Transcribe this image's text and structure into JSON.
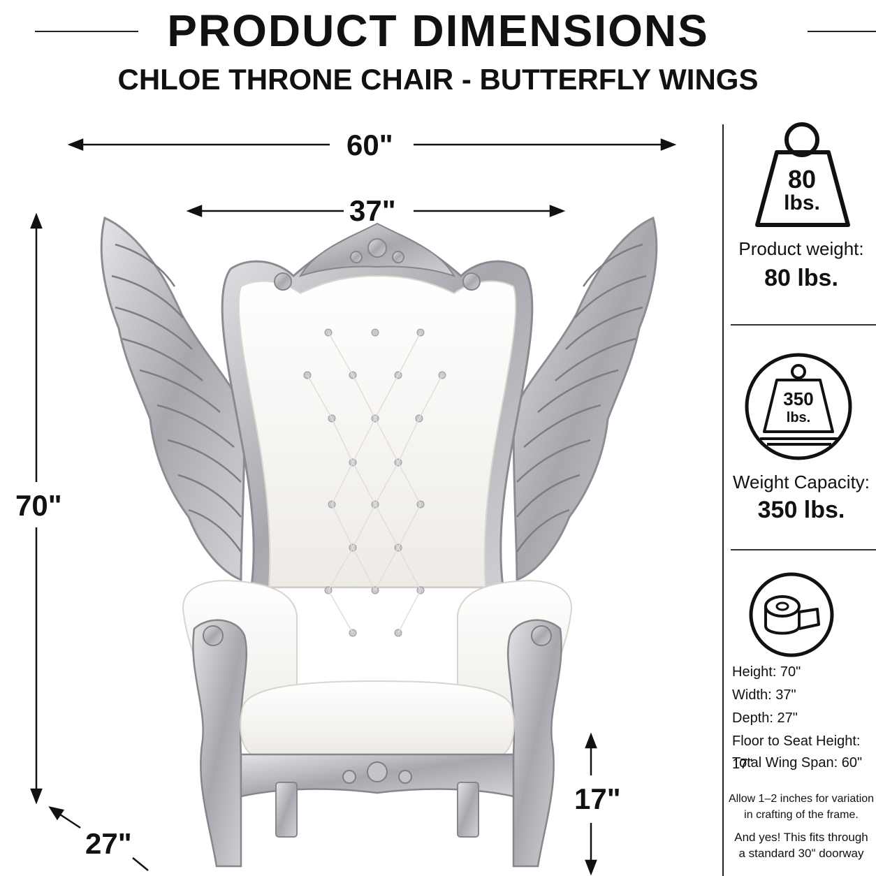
{
  "header": {
    "title": "PRODUCT DIMENSIONS",
    "subtitle": "CHLOE THRONE CHAIR - BUTTERFLY WINGS"
  },
  "dimensions": {
    "wing_span": "60\"",
    "width": "37\"",
    "height": "70\"",
    "depth": "27\"",
    "seat_height": "17\""
  },
  "weight": {
    "icon": "weight-icon",
    "icon_value": "80",
    "icon_unit": "lbs.",
    "label": "Product weight:",
    "value": "80 lbs."
  },
  "capacity": {
    "icon": "weight-capacity-icon",
    "icon_value": "350",
    "icon_unit": "lbs.",
    "label": "Weight Capacity:",
    "value": "350 lbs."
  },
  "specs": {
    "icon": "tape-measure-icon",
    "items": [
      "Height: 70\"",
      "Width: 37\"",
      "Depth: 27\"",
      "Floor to Seat Height: 17\"",
      "Total Wing Span: 60\""
    ]
  },
  "notes": {
    "variation_line1": "Allow 1–2 inches for variation",
    "variation_line2": "in crafting of the frame.",
    "doorway_line1": "And yes! This fits through",
    "doorway_line2": "a standard 30\" doorway"
  },
  "colors": {
    "frame_silver": "#b9b9bd",
    "upholstery_white": "#f7f5f2",
    "text": "#111111"
  }
}
